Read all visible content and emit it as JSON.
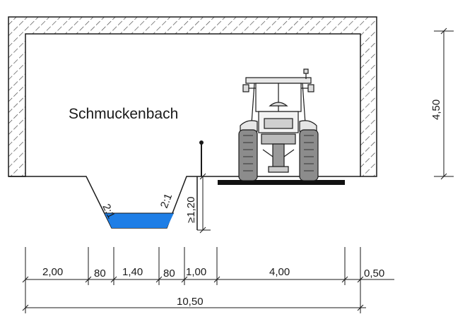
{
  "diagram": {
    "label": "Schmuckenbach",
    "slope_left": "2:1",
    "slope_right": "2:1",
    "depth": "≥1,20",
    "height": "4,50",
    "widths": [
      "2,00",
      "80",
      "1,40",
      "80",
      "1,00",
      "4,00",
      "0,50"
    ],
    "total": "10,50"
  },
  "colors": {
    "water": "#1e7ee6",
    "line": "#1a1a1a",
    "hatch": "#333333"
  }
}
